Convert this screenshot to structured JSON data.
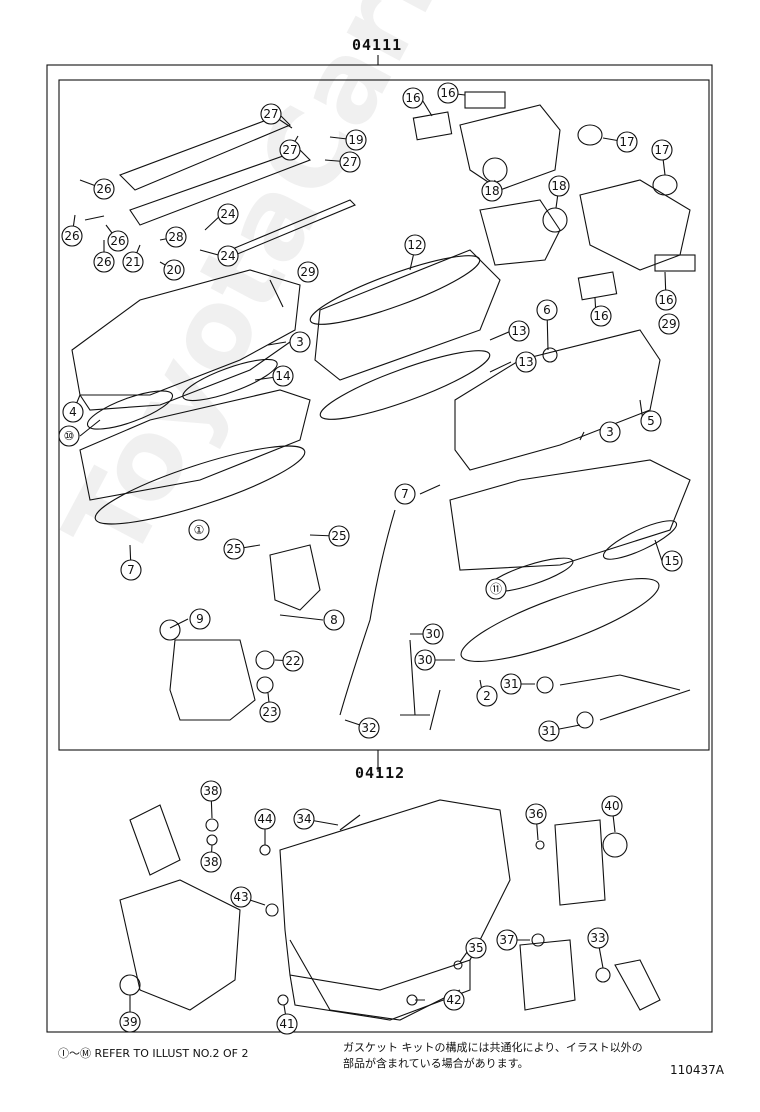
{
  "header": {
    "group_code_top": "04111",
    "group_code_bottom": "04112"
  },
  "callouts": [
    {
      "id": "c1",
      "label": "①"
    },
    {
      "id": "c2",
      "label": "2"
    },
    {
      "id": "c3a",
      "label": "3"
    },
    {
      "id": "c3b",
      "label": "3"
    },
    {
      "id": "c4",
      "label": "4"
    },
    {
      "id": "c5",
      "label": "5"
    },
    {
      "id": "c6",
      "label": "6"
    },
    {
      "id": "c7a",
      "label": "7"
    },
    {
      "id": "c7b",
      "label": "7"
    },
    {
      "id": "c8",
      "label": "8"
    },
    {
      "id": "c9",
      "label": "9"
    },
    {
      "id": "c10",
      "label": "⑩"
    },
    {
      "id": "c11",
      "label": "⑪"
    },
    {
      "id": "c12",
      "label": "12"
    },
    {
      "id": "c13a",
      "label": "13"
    },
    {
      "id": "c13b",
      "label": "13"
    },
    {
      "id": "c14",
      "label": "14"
    },
    {
      "id": "c15",
      "label": "15"
    },
    {
      "id": "c16a",
      "label": "16"
    },
    {
      "id": "c16b",
      "label": "16"
    },
    {
      "id": "c16c",
      "label": "16"
    },
    {
      "id": "c16d",
      "label": "16"
    },
    {
      "id": "c17a",
      "label": "17"
    },
    {
      "id": "c17b",
      "label": "17"
    },
    {
      "id": "c18a",
      "label": "18"
    },
    {
      "id": "c18b",
      "label": "18"
    },
    {
      "id": "c19",
      "label": "19"
    },
    {
      "id": "c20",
      "label": "20"
    },
    {
      "id": "c21",
      "label": "21"
    },
    {
      "id": "c22",
      "label": "22"
    },
    {
      "id": "c23",
      "label": "23"
    },
    {
      "id": "c24a",
      "label": "24"
    },
    {
      "id": "c24b",
      "label": "24"
    },
    {
      "id": "c25a",
      "label": "25"
    },
    {
      "id": "c25b",
      "label": "25"
    },
    {
      "id": "c26a",
      "label": "26"
    },
    {
      "id": "c26b",
      "label": "26"
    },
    {
      "id": "c26c",
      "label": "26"
    },
    {
      "id": "c26d",
      "label": "26"
    },
    {
      "id": "c27a",
      "label": "27"
    },
    {
      "id": "c27b",
      "label": "27"
    },
    {
      "id": "c27c",
      "label": "27"
    },
    {
      "id": "c28",
      "label": "28"
    },
    {
      "id": "c29a",
      "label": "29"
    },
    {
      "id": "c29b",
      "label": "29"
    },
    {
      "id": "c30a",
      "label": "30"
    },
    {
      "id": "c30b",
      "label": "30"
    },
    {
      "id": "c31a",
      "label": "31"
    },
    {
      "id": "c31b",
      "label": "31"
    },
    {
      "id": "c32",
      "label": "32"
    },
    {
      "id": "c33",
      "label": "33"
    },
    {
      "id": "c34",
      "label": "34"
    },
    {
      "id": "c35",
      "label": "35"
    },
    {
      "id": "c36",
      "label": "36"
    },
    {
      "id": "c37",
      "label": "37"
    },
    {
      "id": "c38a",
      "label": "38"
    },
    {
      "id": "c38b",
      "label": "38"
    },
    {
      "id": "c39",
      "label": "39"
    },
    {
      "id": "c40",
      "label": "40"
    },
    {
      "id": "c41",
      "label": "41"
    },
    {
      "id": "c42",
      "label": "42"
    },
    {
      "id": "c43",
      "label": "43"
    },
    {
      "id": "c44",
      "label": "44"
    }
  ],
  "footer": {
    "refer_text": "Ⓘ～Ⓜ REFER TO ILLUST NO.2 OF 2",
    "note_line1": "ガスケット キットの構成には共通化により、イラスト以外の",
    "note_line2": "部品が含まれている場合があります。",
    "figure_id": "110437A"
  },
  "watermark": "ToyotaCarMan.ru"
}
